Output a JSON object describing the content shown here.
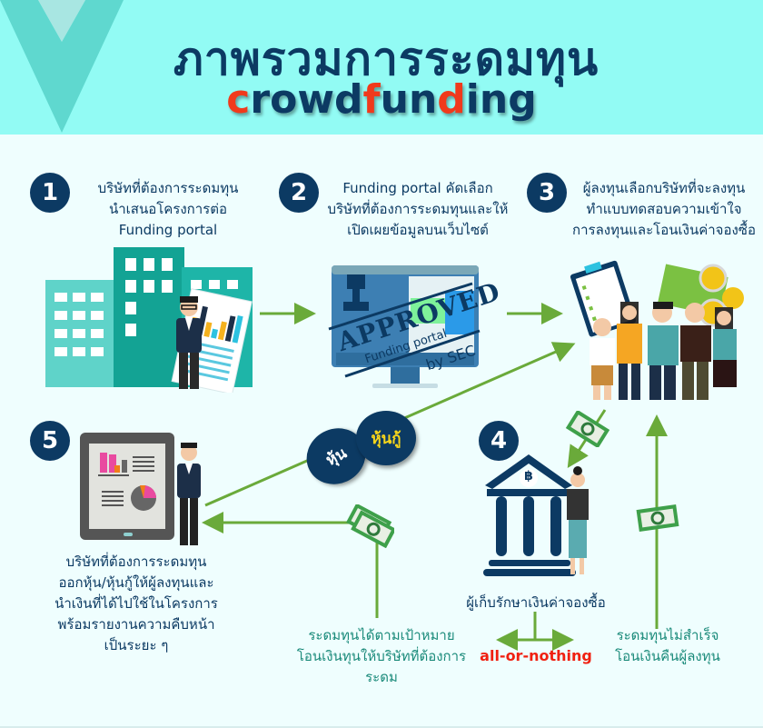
{
  "header": {
    "title_th": "ภาพรวมการระดมทุน",
    "title_en_parts": [
      "c",
      "rowd",
      "f",
      "un",
      "d",
      "ing"
    ],
    "title_en": "crowdfunding",
    "accent_color": "#f03a1c",
    "navy_color": "#0c3a63",
    "bg_color": "#92fbf4"
  },
  "steps": [
    {
      "number": "1",
      "lines": [
        "บริษัทที่ต้องการระดมทุน",
        "นำเสนอโครงการต่อ",
        "Funding portal"
      ],
      "illustration": "office-buildings-businessman-report"
    },
    {
      "number": "2",
      "lines": [
        "Funding portal คัดเลือก",
        "บริษัทที่ต้องการระดมทุนและให้",
        "เปิดเผยข้อมูลบนเว็บไซต์"
      ],
      "illustration": "monitor-approved-stamp",
      "stamp": {
        "approved": "APPROVED",
        "portal": "Funding portal",
        "by": "by SEC"
      }
    },
    {
      "number": "3",
      "lines": [
        "ผู้ลงทุนเลือกบริษัทที่จะลงทุน",
        "ทำแบบทดสอบความเข้าใจ",
        "การลงทุนและโอนเงินค่าจองซื้อ"
      ],
      "illustration": "investor-group-clipboard-coins"
    },
    {
      "number": "4",
      "caption": "ผู้เก็บรักษาเงินค่าจองซื้อ",
      "illustration": "bank-custodian",
      "bank_symbol": "฿"
    },
    {
      "number": "5",
      "lines": [
        "บริษัทที่ต้องการระดมทุน",
        "ออกหุ้น/หุ้นกู้ให้ผู้ลงทุนและ",
        "นำเงินที่ได้ไปใช้ในโครงการ",
        "พร้อมรายงานความคืบหน้า",
        "เป็นระยะ ๆ"
      ],
      "illustration": "tablet-report-businessman"
    }
  ],
  "securities": {
    "share": "หุ้น",
    "bond": "หุ้นกู้"
  },
  "outcomes": {
    "success": [
      "ระดมทุนได้ตามเป้าหมาย",
      "โอนเงินทุนให้บริษัทที่ต้องการ",
      "ระดม"
    ],
    "rule": "all-or-nothing",
    "failure": [
      "ระดมทุนไม่สำเร็จ",
      "โอนเงินคืนผู้ลงทุน"
    ]
  },
  "colors": {
    "arrow_green": "#6aaa3a",
    "outcome_teal": "#1a8a7a",
    "rule_red": "#f02010"
  }
}
